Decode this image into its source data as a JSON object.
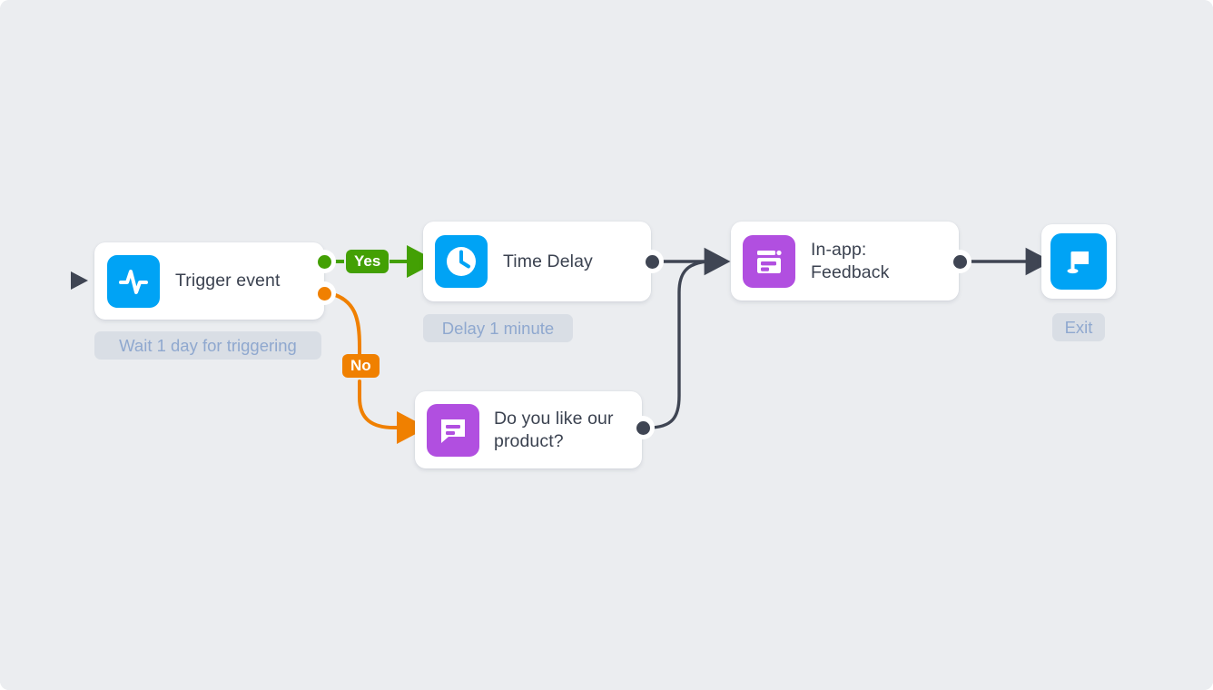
{
  "canvas": {
    "background_color": "#ebedf0",
    "grid": true
  },
  "colors": {
    "blue": "#00a3f5",
    "purple": "#b14fe0",
    "green": "#43a004",
    "orange": "#f08000",
    "edge": "#3f4553",
    "title_text": "#3b4250",
    "sublabel_text": "#8fa8cf"
  },
  "nodes": [
    {
      "id": "trigger",
      "title": "Trigger event",
      "icon": "pulse-icon",
      "icon_color": "#00a3f5",
      "sublabel": "Wait 1 day for triggering"
    },
    {
      "id": "time-delay",
      "title": "Time Delay",
      "icon": "clock-icon",
      "icon_color": "#00a3f5",
      "sublabel": "Delay 1 minute"
    },
    {
      "id": "survey",
      "title": "Do you like our product?",
      "title_line1": "Do you like our",
      "title_line2": "product?",
      "icon": "chat-bubble-icon",
      "icon_color": "#b14fe0",
      "sublabel": ""
    },
    {
      "id": "in-app-feedback",
      "title": "In-app: Feedback",
      "title_line1": "In-app:",
      "title_line2": "Feedback",
      "icon": "in-app-window-icon",
      "icon_color": "#b14fe0",
      "sublabel": ""
    },
    {
      "id": "exit",
      "title": "",
      "icon": "flag-icon",
      "icon_color": "#00a3f5",
      "sublabel": "Exit"
    }
  ],
  "edge_labels": {
    "yes": "Yes",
    "no": "No"
  }
}
